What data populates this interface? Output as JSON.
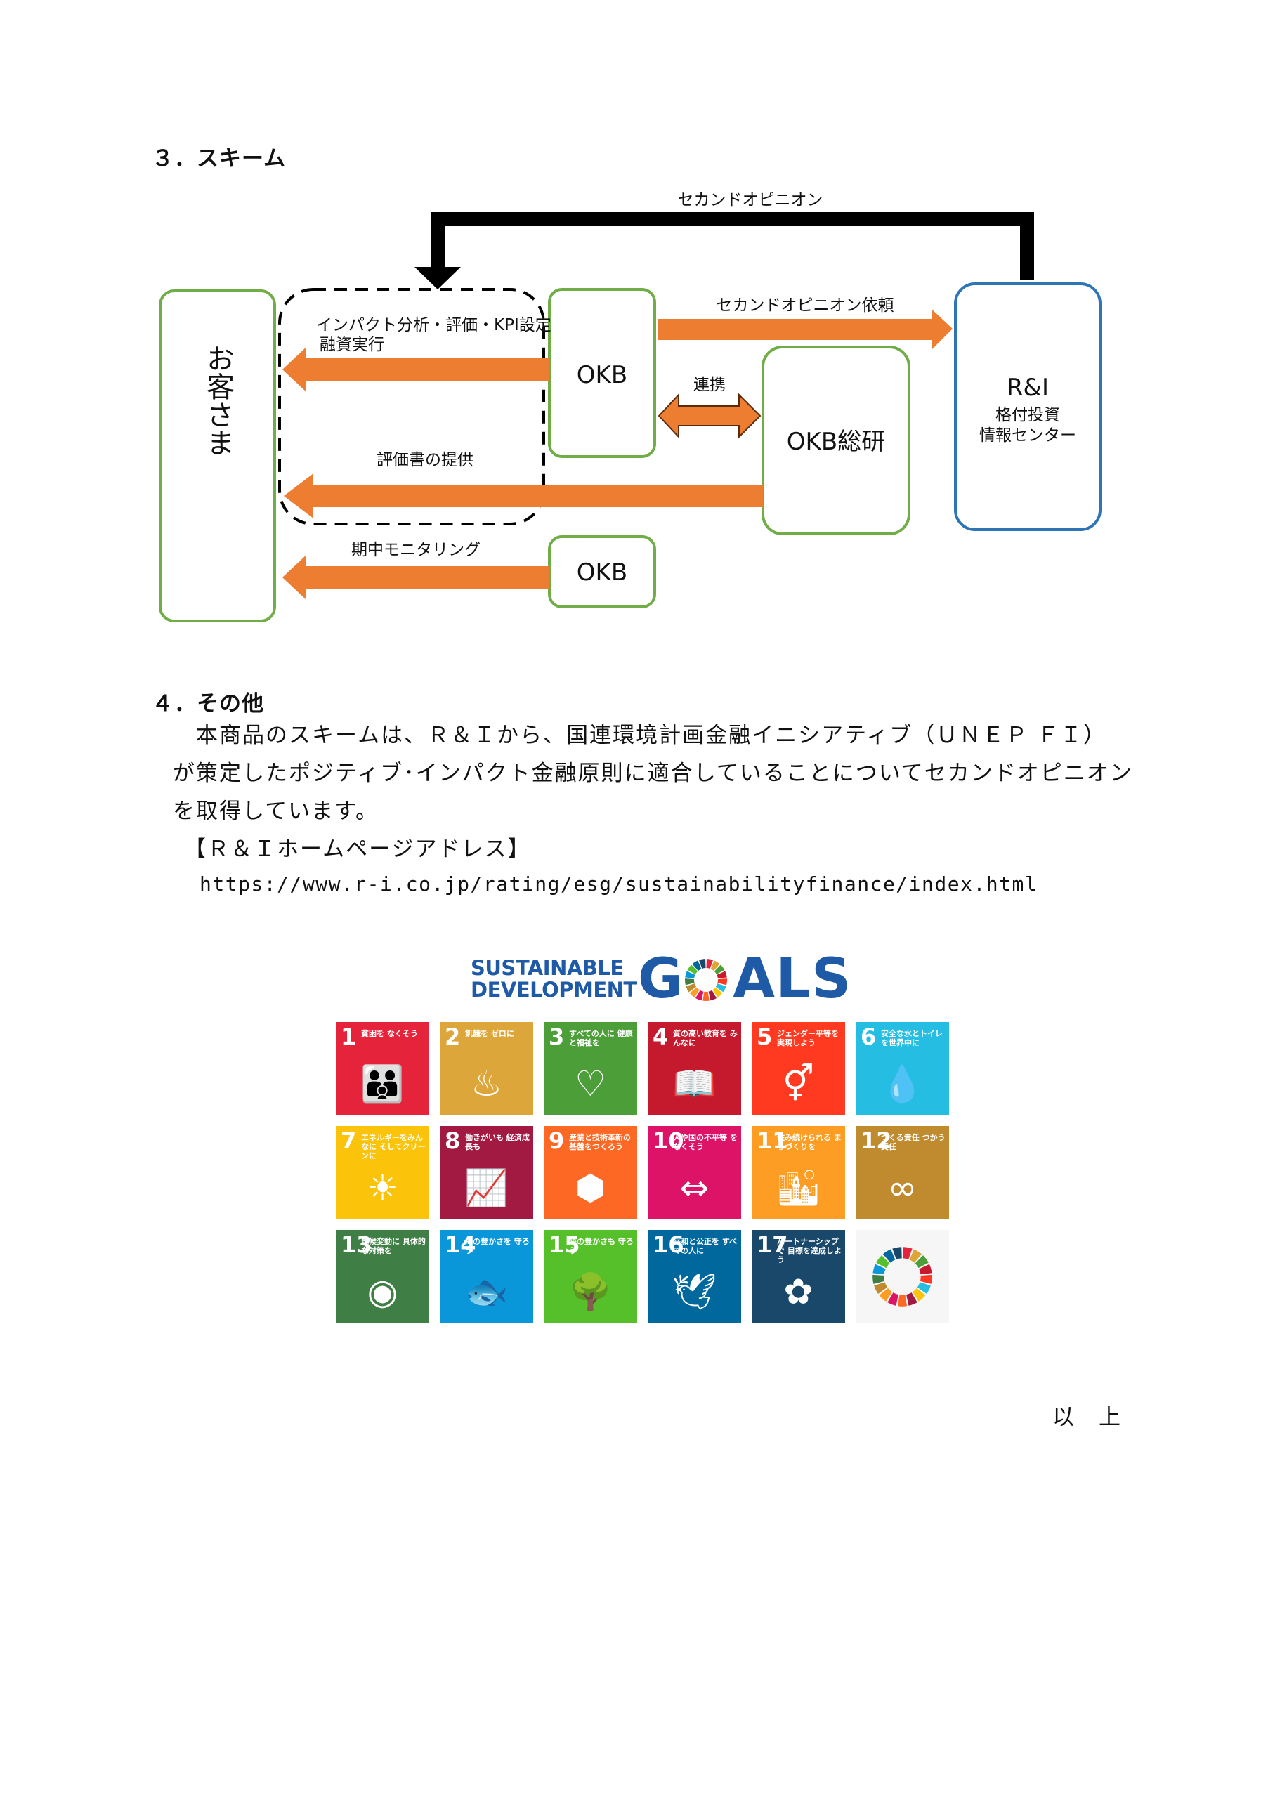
{
  "section3": {
    "heading": "３．スキーム"
  },
  "diagram": {
    "customer_label": "お客さま",
    "okb_top": "OKB",
    "okb_soken": "OKB総研",
    "ri_name": "R&I",
    "ri_line1": "格付投資",
    "ri_line2": "情報センター",
    "okb_bottom": "OKB",
    "second_opinion": "セカンドオピニオン",
    "second_opinion_request": "セカンドオピニオン依頼",
    "impact_line1": "インパクト分析・評価・KPI設定",
    "impact_line2": "融資実行",
    "renkei": "連携",
    "report": "評価書の提供",
    "monitoring": "期中モニタリング",
    "colors": {
      "arrow": "#ed7d31",
      "green_border": "#70ad47",
      "blue_border": "#2e75b6",
      "black": "#000000"
    }
  },
  "section4": {
    "heading": "４．その他",
    "para_line1": "　本商品のスキームは、Ｒ＆Ｉから、国連環境計画金融イニシアティブ（ＵＮＥＰ ＦＩ）",
    "para_line2": "が策定したポジティブ･インパクト金融原則に適合していることについてセカンドオピニオン",
    "para_line3": "を取得しています。",
    "link_label": "【Ｒ＆Ｉホームページアドレス】",
    "url": "https://www.r-i.co.jp/rating/esg/sustainabilityfinance/index.html"
  },
  "sdgs": {
    "title_line1": "SUSTAINABLE",
    "title_line2": "DEVELOPMENT",
    "goals_a": "G",
    "goals_b": "ALS",
    "tiles": [
      {
        "num": "1",
        "label": "貧困を なくそう",
        "color": "#e5243b",
        "icon": "people-icon",
        "glyph": "👪"
      },
      {
        "num": "2",
        "label": "飢餓を ゼロに",
        "color": "#dda63a",
        "icon": "bowl-icon",
        "glyph": "♨"
      },
      {
        "num": "3",
        "label": "すべての人に 健康と福祉を",
        "color": "#4c9f38",
        "icon": "heartbeat-icon",
        "glyph": "♡"
      },
      {
        "num": "4",
        "label": "質の高い教育を みんなに",
        "color": "#c5192d",
        "icon": "book-icon",
        "glyph": "📖"
      },
      {
        "num": "5",
        "label": "ジェンダー平等を 実現しよう",
        "color": "#ff3a21",
        "icon": "gender-icon",
        "glyph": "⚥"
      },
      {
        "num": "6",
        "label": "安全な水とトイレ を世界中に",
        "color": "#26bde2",
        "icon": "water-icon",
        "glyph": "💧"
      },
      {
        "num": "7",
        "label": "エネルギーをみんなに そしてクリーンに",
        "color": "#fcc30b",
        "icon": "sun-icon",
        "glyph": "☀"
      },
      {
        "num": "8",
        "label": "働きがいも 経済成長も",
        "color": "#a21942",
        "icon": "growth-chart-icon",
        "glyph": "📈"
      },
      {
        "num": "9",
        "label": "産業と技術革新の 基盤をつくろう",
        "color": "#fd6925",
        "icon": "cubes-icon",
        "glyph": "⬢"
      },
      {
        "num": "10",
        "label": "人や国の不平等 をなくそう",
        "color": "#dd1367",
        "icon": "equality-icon",
        "glyph": "⇔"
      },
      {
        "num": "11",
        "label": "住み続けられる まちづくりを",
        "color": "#fd9d24",
        "icon": "city-icon",
        "glyph": "🏙"
      },
      {
        "num": "12",
        "label": "つくる責任 つかう責任",
        "color": "#bf8b2e",
        "icon": "infinity-icon",
        "glyph": "∞"
      },
      {
        "num": "13",
        "label": "気候変動に 具体的な対策を",
        "color": "#3f7e44",
        "icon": "eye-globe-icon",
        "glyph": "◉"
      },
      {
        "num": "14",
        "label": "海の豊かさを 守ろう",
        "color": "#0a97d9",
        "icon": "fish-icon",
        "glyph": "🐟"
      },
      {
        "num": "15",
        "label": "陸の豊かさも 守ろう",
        "color": "#56c02b",
        "icon": "tree-icon",
        "glyph": "🌳"
      },
      {
        "num": "16",
        "label": "平和と公正を すべての人に",
        "color": "#00689d",
        "icon": "dove-icon",
        "glyph": "🕊"
      },
      {
        "num": "17",
        "label": "パートナーシップで 目標を達成しよう",
        "color": "#19486a",
        "icon": "flower-rings-icon",
        "glyph": "✿"
      }
    ]
  },
  "closing": "以　上"
}
